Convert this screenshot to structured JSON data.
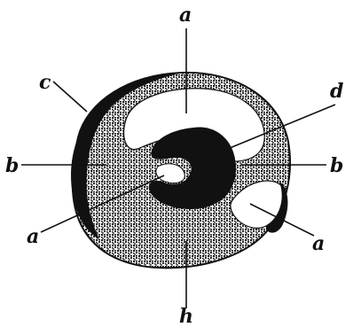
{
  "figure": {
    "labels": {
      "a_top": "a",
      "a_left": "a",
      "a_right": "a",
      "b_left": "b",
      "b_right": "b",
      "c": "c",
      "d": "d",
      "h": "h"
    },
    "colors": {
      "ink": "#111111",
      "paper": "#ffffff",
      "stipple": "#3a3a3a"
    }
  }
}
